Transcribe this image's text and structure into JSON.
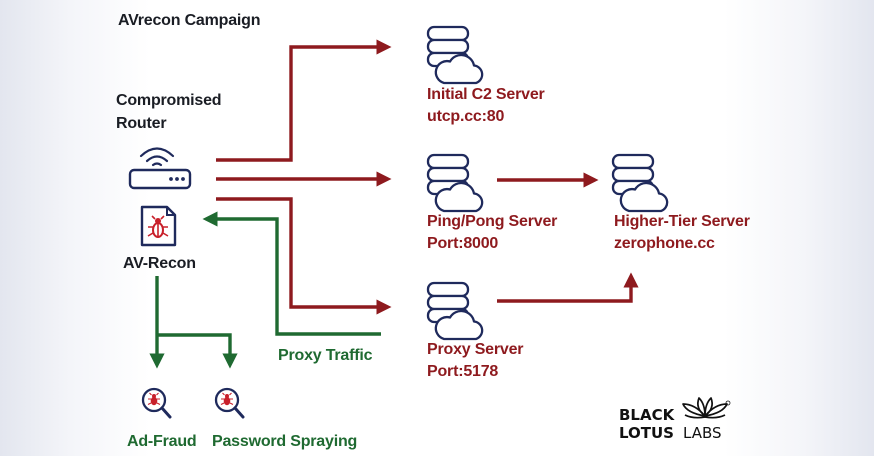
{
  "title": "AVrecon Campaign",
  "router": {
    "label_line1": "Compromised",
    "label_line2": "Router"
  },
  "malware": {
    "label": "AV-Recon"
  },
  "servers": {
    "initial_c2": {
      "name": "Initial C2 Server",
      "detail": "utcp.cc:80"
    },
    "ping_pong": {
      "name": "Ping/Pong Server",
      "detail": "Port:8000"
    },
    "proxy": {
      "name": "Proxy Server",
      "detail": "Port:5178"
    },
    "higher_tier": {
      "name": "Higher-Tier Server",
      "detail": "zerophone.cc"
    }
  },
  "proxy_traffic_label": "Proxy Traffic",
  "activities": {
    "ad_fraud": "Ad-Fraud",
    "password_spraying": "Password Spraying"
  },
  "logo": {
    "word1": "BLACK",
    "word2": "LOTUS",
    "word3": "LABS"
  },
  "colors": {
    "red": "#8e1a1e",
    "green": "#1f6a31",
    "navy": "#1f2a5c",
    "text": "#1a1d24"
  },
  "icons": {
    "server": "database-cloud-icon",
    "router": "wifi-router-icon",
    "malware": "bug-file-icon",
    "activity": "magnifier-bug-icon",
    "logo": "lotus-flower-icon"
  }
}
